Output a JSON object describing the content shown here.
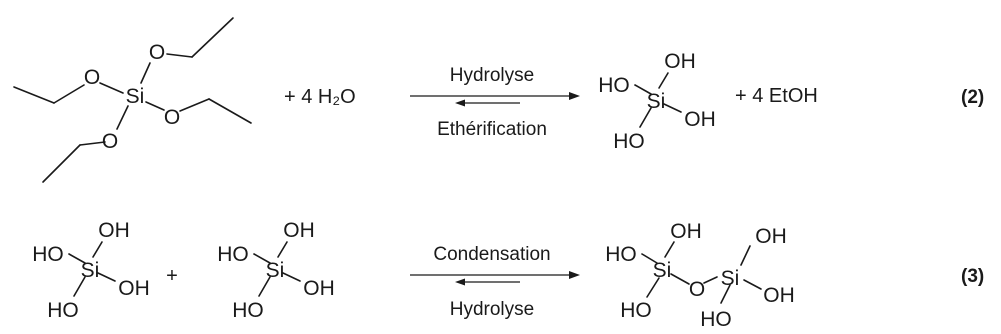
{
  "reaction_2": {
    "reactant_plus": "+ 4 H₂O",
    "forward_label": "Hydrolyse",
    "reverse_label": "Ethérification",
    "product_plus": "+ 4 EtOH",
    "number": "(2)"
  },
  "reaction_3": {
    "plus": "+",
    "forward_label": "Condensation",
    "reverse_label": "Hydrolyse",
    "number": "(3)"
  },
  "atoms": {
    "silicon": "Si",
    "oxygen": "O",
    "hydroxyl_right": "OH",
    "hydroxyl_left": "HO"
  },
  "colors": {
    "ink": "#1a1a1a",
    "background": "#ffffff"
  }
}
